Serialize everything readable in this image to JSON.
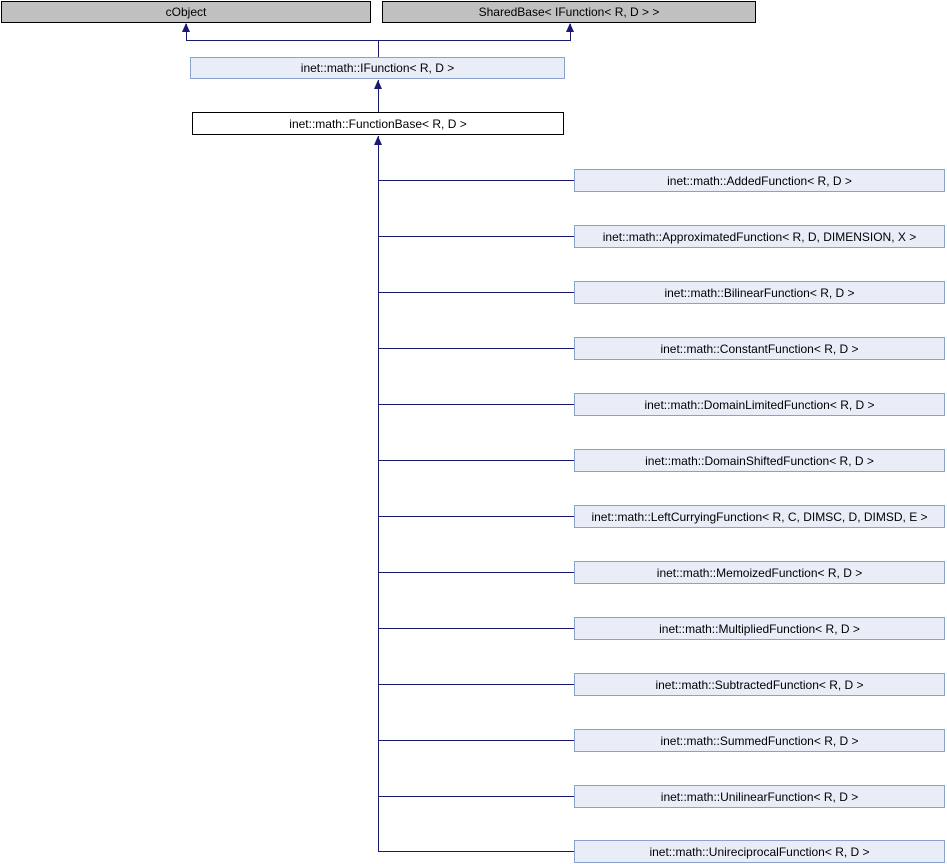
{
  "diagram": {
    "type": "class-inheritance-graph",
    "edge_color": "#191970",
    "colors": {
      "external_node_fill": "#c0c0c0",
      "external_node_border": "#000000",
      "linked_node_fill": "#e8edf7",
      "linked_node_border": "#8ba0cb",
      "current_node_fill": "#ffffff",
      "current_node_border": "#000000",
      "text": "#000000"
    },
    "nodes": {
      "cobject": {
        "label": "cObject"
      },
      "sharedbase": {
        "label": "SharedBase< IFunction< R, D > >"
      },
      "ifunction": {
        "label": "inet::math::IFunction< R, D >"
      },
      "functionbase": {
        "label": "inet::math::FunctionBase< R, D >"
      },
      "derived": [
        {
          "label": "inet::math::AddedFunction< R, D >"
        },
        {
          "label": "inet::math::ApproximatedFunction< R, D, DIMENSION, X >"
        },
        {
          "label": "inet::math::BilinearFunction< R, D >"
        },
        {
          "label": "inet::math::ConstantFunction< R, D >"
        },
        {
          "label": "inet::math::DomainLimitedFunction< R, D >"
        },
        {
          "label": "inet::math::DomainShiftedFunction< R, D >"
        },
        {
          "label": "inet::math::LeftCurryingFunction< R, C, DIMSC, D, DIMSD, E >"
        },
        {
          "label": "inet::math::MemoizedFunction< R, D >"
        },
        {
          "label": "inet::math::MultipliedFunction< R, D >"
        },
        {
          "label": "inet::math::SubtractedFunction< R, D >"
        },
        {
          "label": "inet::math::SummedFunction< R, D >"
        },
        {
          "label": "inet::math::UnilinearFunction< R, D >"
        },
        {
          "label": "inet::math::UnireciprocalFunction< R, D >"
        }
      ]
    }
  }
}
